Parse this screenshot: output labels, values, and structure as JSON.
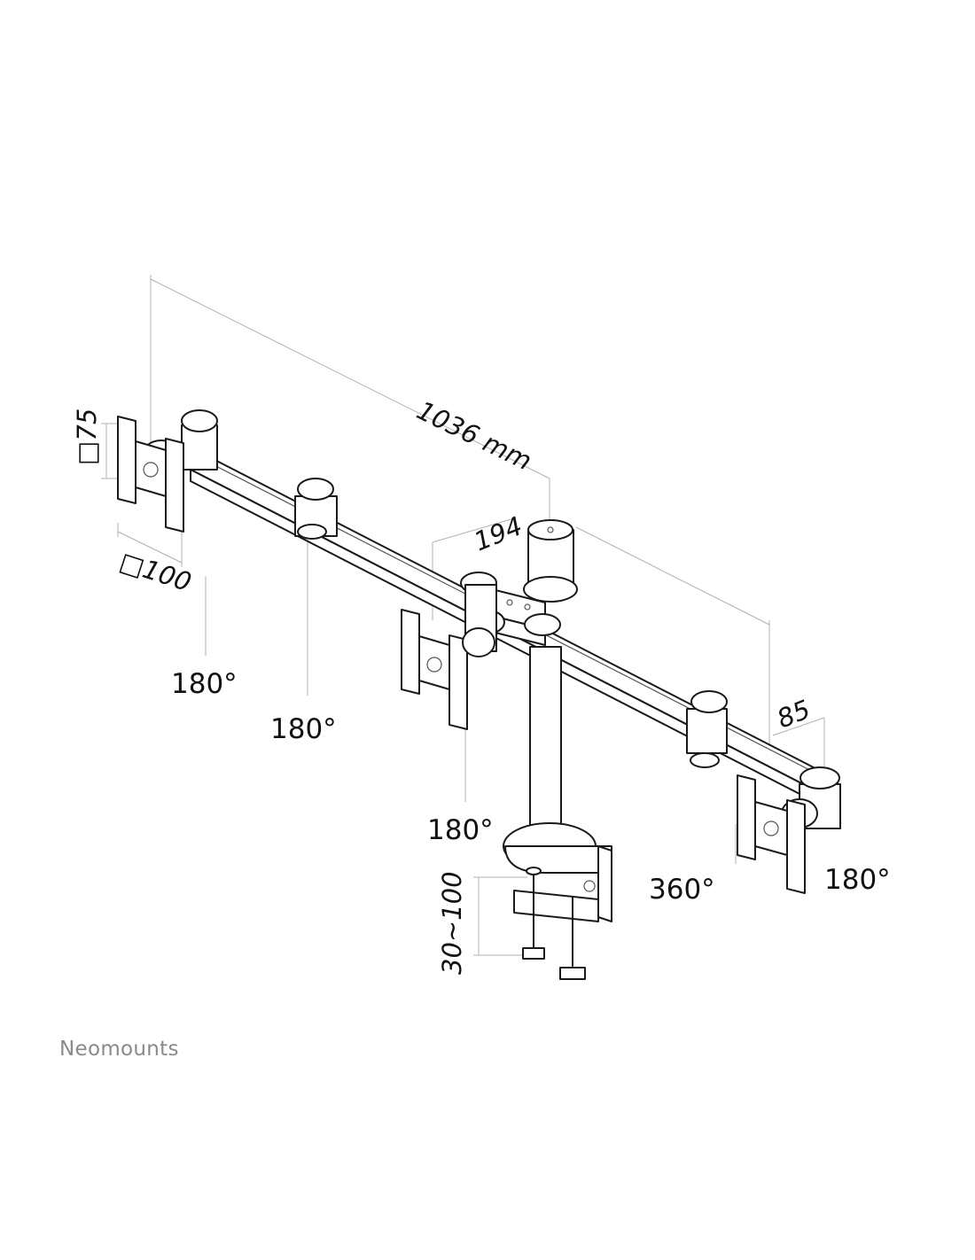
{
  "brand": {
    "name": "Neomounts"
  },
  "dimensions": {
    "total_width": "1036 mm",
    "arm_offset": "194",
    "depth": "85",
    "vesa_small": "□75",
    "vesa_large": "□100",
    "clamp_range": "30~100"
  },
  "rotations": {
    "left_tilt": "180°",
    "left_swivel": "180°",
    "center_swivel": "180°",
    "pole_rotation": "360°",
    "right_tilt": "180°"
  },
  "colors": {
    "line": "#1a1a1a",
    "dimension_line": "#b0b0b0",
    "brand_text": "#8a8a8a"
  }
}
